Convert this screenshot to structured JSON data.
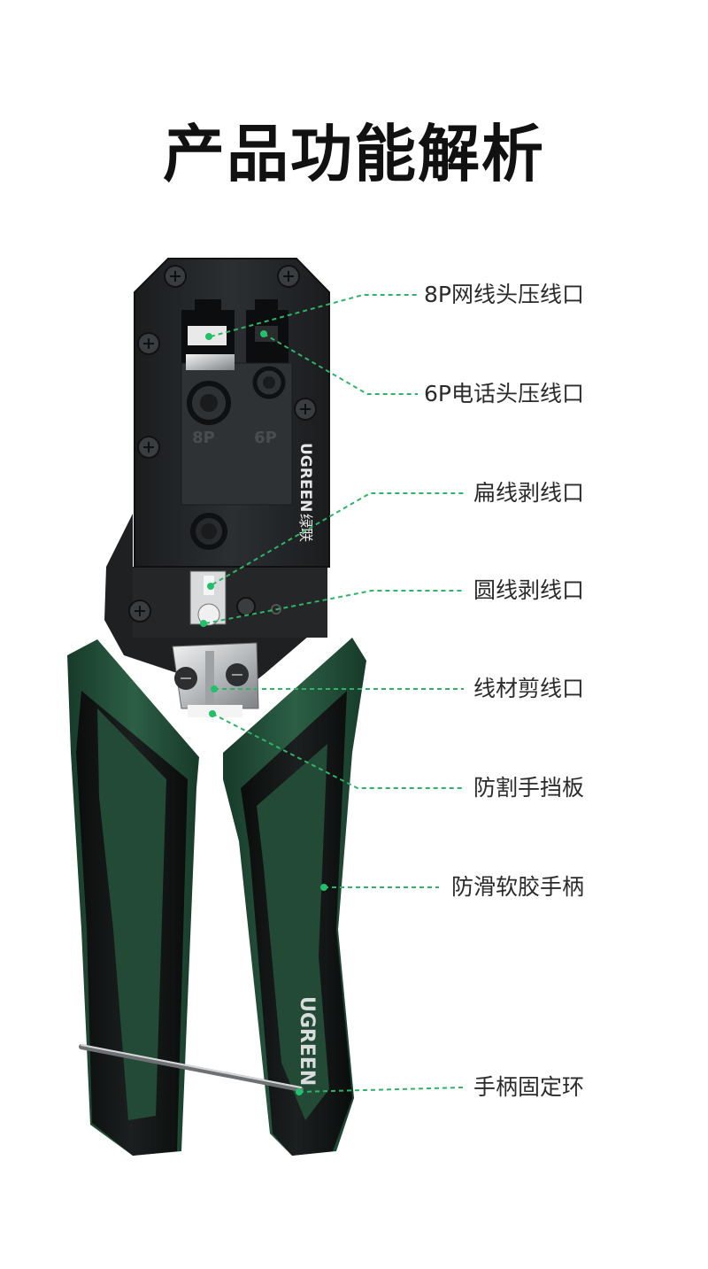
{
  "header": {
    "title": "产品功能解析"
  },
  "product": {
    "brand_en": "UGREEN",
    "brand_cn": "绿联",
    "die_label_8p": "8P",
    "die_label_6p": "6P",
    "handle_brand": "UGREEN"
  },
  "colors": {
    "accent_green": "#1f9d55",
    "handle_green": "#1e4634",
    "head_black": "#232527",
    "grip_black": "#121414"
  },
  "callouts": [
    {
      "id": "8p-port",
      "label": "8P网线头压线口"
    },
    {
      "id": "6p-port",
      "label": "6P电话头压线口"
    },
    {
      "id": "flat-strip",
      "label": "扁线剥线口"
    },
    {
      "id": "round-strip",
      "label": "圆线剥线口"
    },
    {
      "id": "cutter",
      "label": "线材剪线口"
    },
    {
      "id": "guard",
      "label": "防割手挡板"
    },
    {
      "id": "grip",
      "label": "防滑软胶手柄"
    },
    {
      "id": "lock-ring",
      "label": "手柄固定环"
    }
  ]
}
